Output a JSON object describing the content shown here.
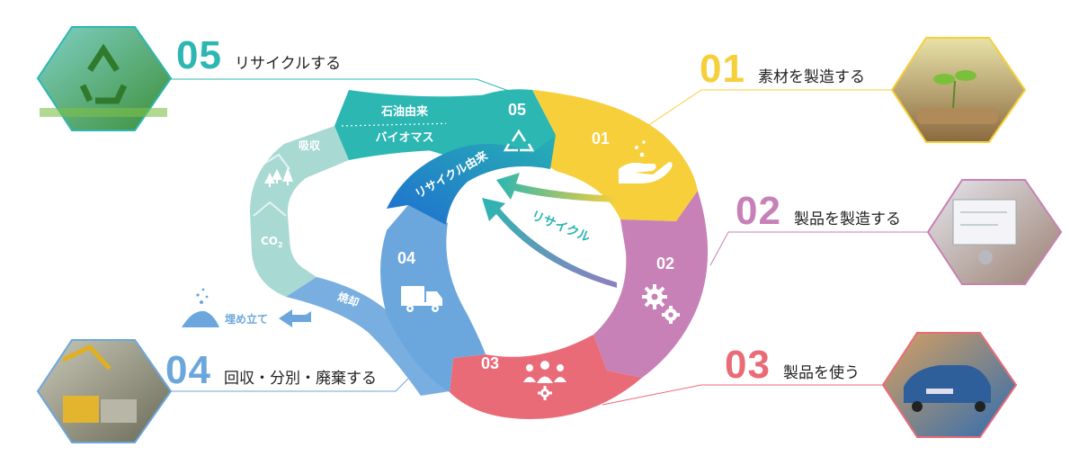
{
  "colors": {
    "s01": "#f6cf3a",
    "s02": "#c781b6",
    "s03": "#ea6b78",
    "s04": "#6ba7dd",
    "s05": "#2cb7b3",
    "bio": "#a9d9d3",
    "blue_dark": "#1f71d1",
    "incinerate": "#79aee0",
    "landfill": "#6ba7dd"
  },
  "steps": [
    {
      "num": "01",
      "label": "素材を製造する",
      "icon": "hand-seedling-icon"
    },
    {
      "num": "02",
      "label": "製品を製造する",
      "icon": "gears-icon"
    },
    {
      "num": "03",
      "label": "製品を使う",
      "icon": "people-gear-icon"
    },
    {
      "num": "04",
      "label": "回収・分別・廃棄する",
      "icon": "truck-icon"
    },
    {
      "num": "05",
      "label": "リサイクルする",
      "icon": "recycle-icon"
    }
  ],
  "flows": {
    "petroleum": "石油由来",
    "biomass": "バイオマス",
    "recycled": "リサイクル由来",
    "absorb": "吸収",
    "co2": "CO",
    "co2_sub": "2",
    "incinerate": "焼却",
    "landfill": "埋め立て",
    "recycle": "リサイクル"
  },
  "photos": {
    "p05": "recycle-symbol-photo",
    "p01": "seedling-photo",
    "p02": "design-drawing-photo",
    "p03": "car-photo",
    "p04": "waste-sorting-photo"
  }
}
